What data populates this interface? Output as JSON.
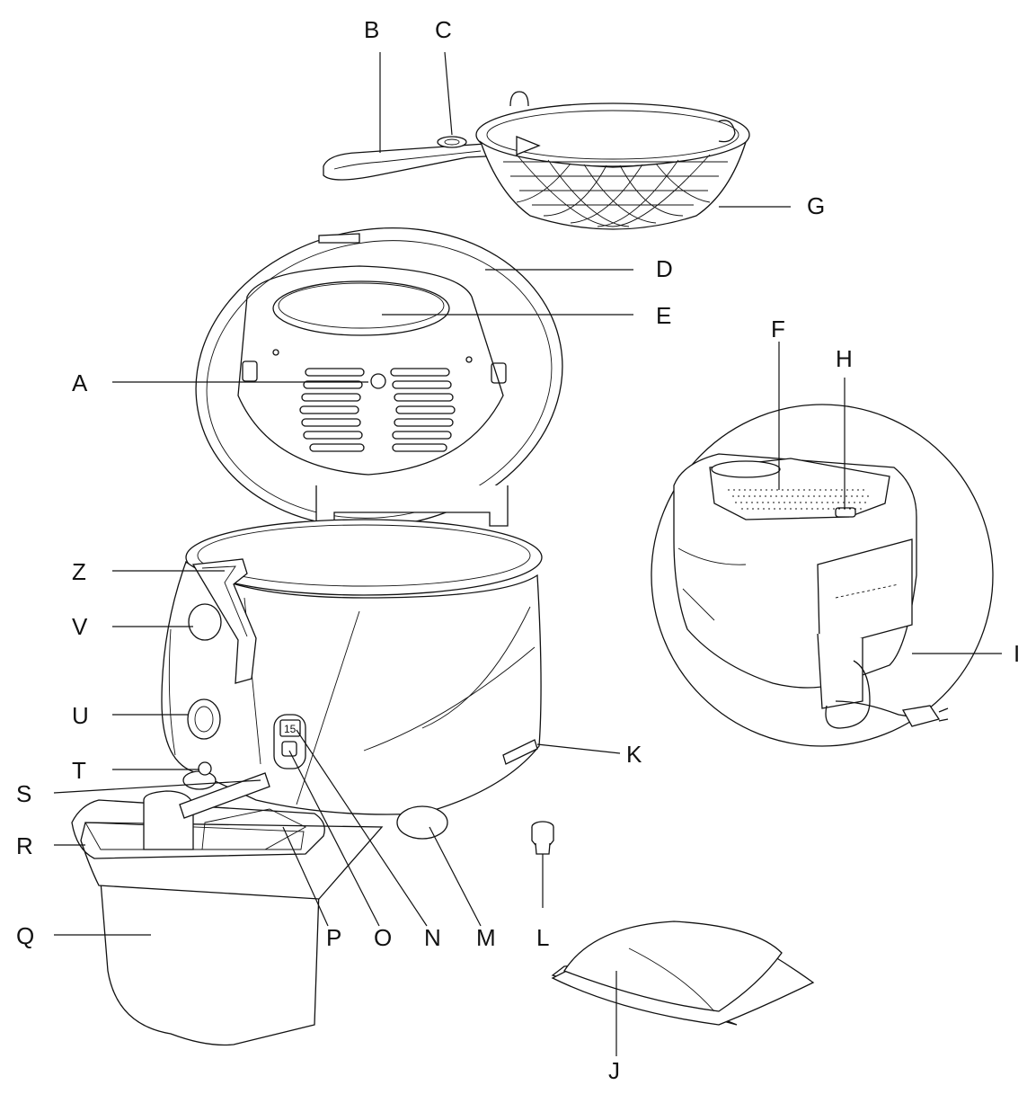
{
  "diagram": {
    "labels": {
      "A": "A",
      "B": "B",
      "C": "C",
      "D": "D",
      "E": "E",
      "F": "F",
      "G": "G",
      "H": "H",
      "I": "I",
      "J": "J",
      "K": "K",
      "L": "L",
      "M": "M",
      "N": "N",
      "O": "O",
      "P": "P",
      "Q": "Q",
      "R": "R",
      "S": "S",
      "T": "T",
      "U": "U",
      "V": "V",
      "Z": "Z"
    },
    "timer_display": "15"
  }
}
